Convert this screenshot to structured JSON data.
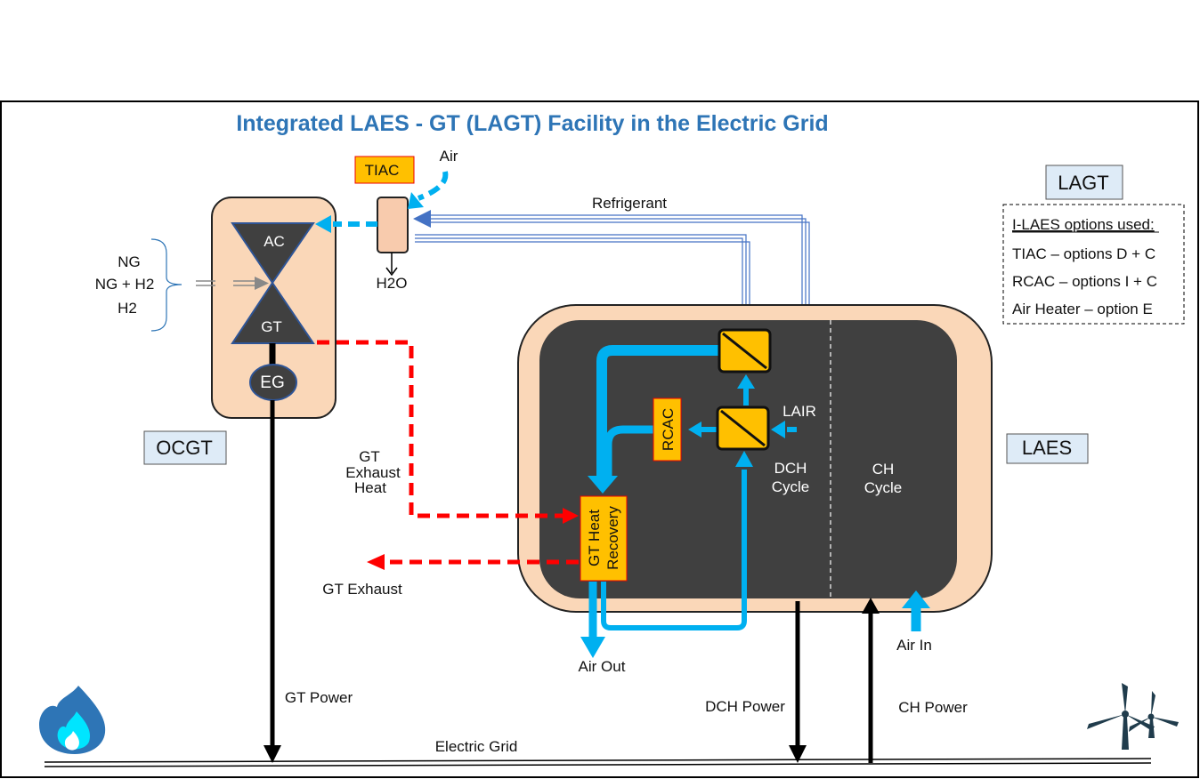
{
  "title": "Integrated LAES - GT (LAGT) Facility in the Electric Grid",
  "labels": {
    "tiac": "TIAC",
    "air": "Air",
    "refrigerant": "Refrigerant",
    "h2o": "H2O",
    "ac": "AC",
    "gt": "GT",
    "eg": "EG",
    "ocgt": "OCGT",
    "lagt": "LAGT",
    "laes": "LAES",
    "fuel": [
      "NG",
      "NG + H2",
      "H2"
    ],
    "gt_exhaust_heat": [
      "GT",
      "Exhaust",
      "Heat"
    ],
    "gt_exhaust": "GT Exhaust",
    "gt_heat_recovery": [
      "GT Heat",
      "Recovery"
    ],
    "rcac": "RCAC",
    "lair": "LAIR",
    "dch_cycle": [
      "DCH",
      "Cycle"
    ],
    "ch_cycle": [
      "CH",
      "Cycle"
    ],
    "air_out": "Air Out",
    "air_in": "Air In",
    "gt_power": "GT Power",
    "dch_power": "DCH Power",
    "ch_power": "CH Power",
    "electric_grid": "Electric Grid"
  },
  "options": {
    "heading": "I-LAES options used:",
    "items": [
      "TIAC –  options D + C",
      "RCAC – options I + C",
      "Air Heater – option E"
    ]
  },
  "icons": [
    "flame-icon",
    "wind-turbine-icon"
  ],
  "colors": {
    "title": "#2e75b6",
    "water_flow": "#00b0f0",
    "exhaust": "#ff0000",
    "refrigerant": "#4472c4",
    "component_fill": "#ffc000",
    "peach": "#fad7b8",
    "dark": "#404040",
    "label_box": "#deebf7"
  }
}
